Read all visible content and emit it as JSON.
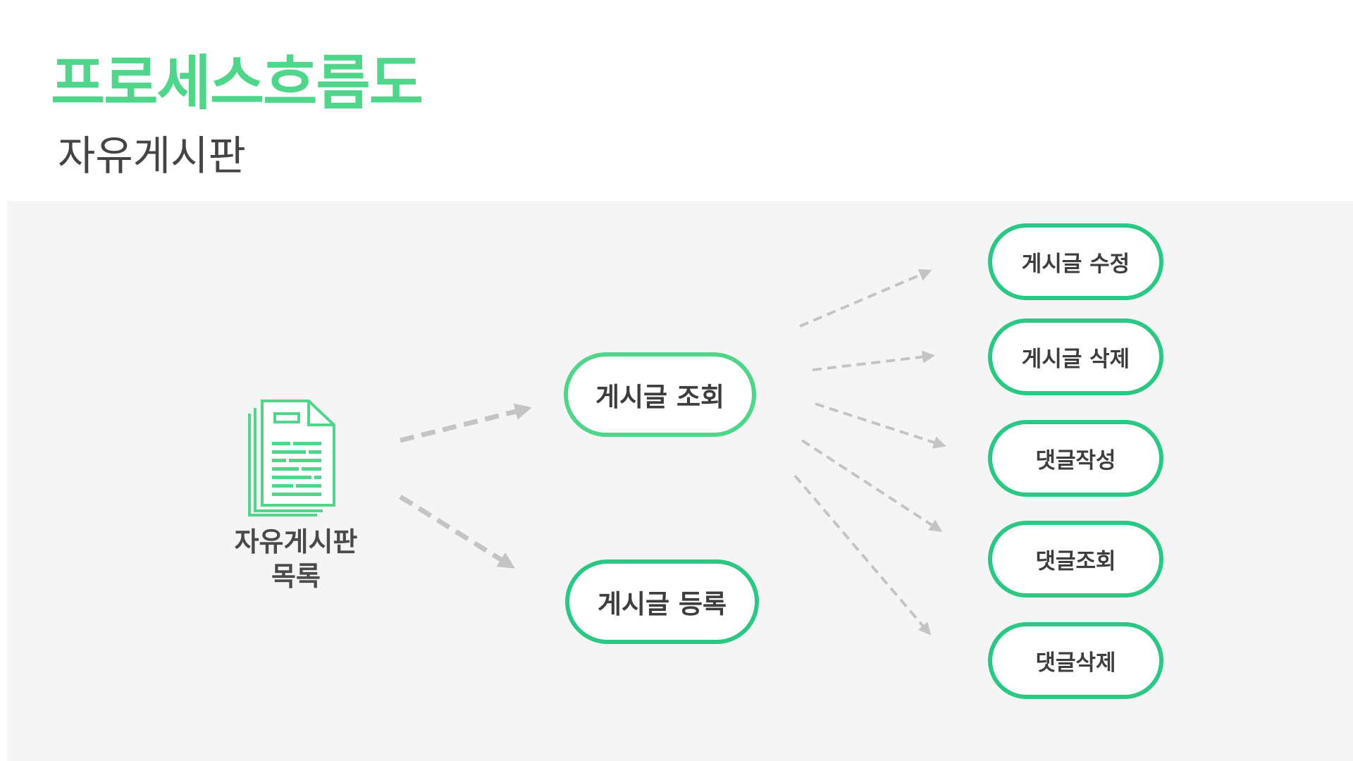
{
  "title": "프로세스흐름도",
  "subtitle": "자유게시판",
  "start": {
    "label_line1": "자유게시판",
    "label_line2": "목록",
    "icon": "document-stack-icon"
  },
  "nodes": {
    "view": "게시글 조회",
    "register": "게시글 등록",
    "edit": "게시글 수정",
    "delete": "게시글 삭제",
    "comment_write": "댓글작성",
    "comment_view": "댓글조회",
    "comment_delete": "댓글삭제"
  },
  "colors": {
    "accent": "#4fd68a",
    "node_border": "#2bc784",
    "arrow": "#c4c4c4",
    "panel_bg": "#f5f5f5"
  }
}
